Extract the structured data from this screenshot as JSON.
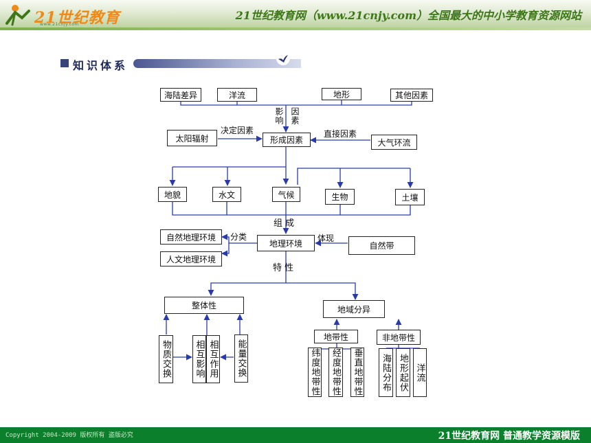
{
  "header": {
    "logo_text": "21世纪教育",
    "logo_url": "www.21cnjy.com",
    "tagline": "21世纪教育网（www.21cnjy.com）全国最大的中小学教育资源网站"
  },
  "section": {
    "title": "知识体系"
  },
  "diagram": {
    "factors": [
      "海陆差异",
      "洋流",
      "地形",
      "其他因素"
    ],
    "influence_label": [
      "影响",
      "因素"
    ],
    "solar": "太阳辐射",
    "decisive_label": "决定因素",
    "formation": "形成因素",
    "direct_label": "直接因素",
    "atmosphere": "大气环流",
    "elements": [
      "地貌",
      "水文",
      "气候",
      "生物",
      "土壤"
    ],
    "compose_label": "组 成",
    "classify_label": "分类",
    "natural_env": "自然地理环境",
    "human_env": "人文地理环境",
    "geo_env": "地理环境",
    "embody_label": "体现",
    "natural_zone": "自然带",
    "property_label": "特 性",
    "integrity": "整体性",
    "integrity_subs": [
      "物质交换",
      "相互影响",
      "相互作用",
      "能量交换"
    ],
    "regional": "地域分异",
    "zonal": "地带性",
    "nonzonal": "非地带性",
    "zonal_subs": [
      "纬度地带性",
      "经度地带性",
      "垂直地带性"
    ],
    "nonzonal_subs": [
      "海陆分布",
      "地形起伏",
      "洋流"
    ]
  },
  "footer": {
    "copyright": "Copyright 2004-2009 版权所有 盗版必究",
    "right_text": "21世纪教育网   普通教学资源模版"
  },
  "colors": {
    "line": "#2a3aa8",
    "footer": "#0b7f2b",
    "logo": "#ef8a1a",
    "tagline": "#3d7718"
  }
}
